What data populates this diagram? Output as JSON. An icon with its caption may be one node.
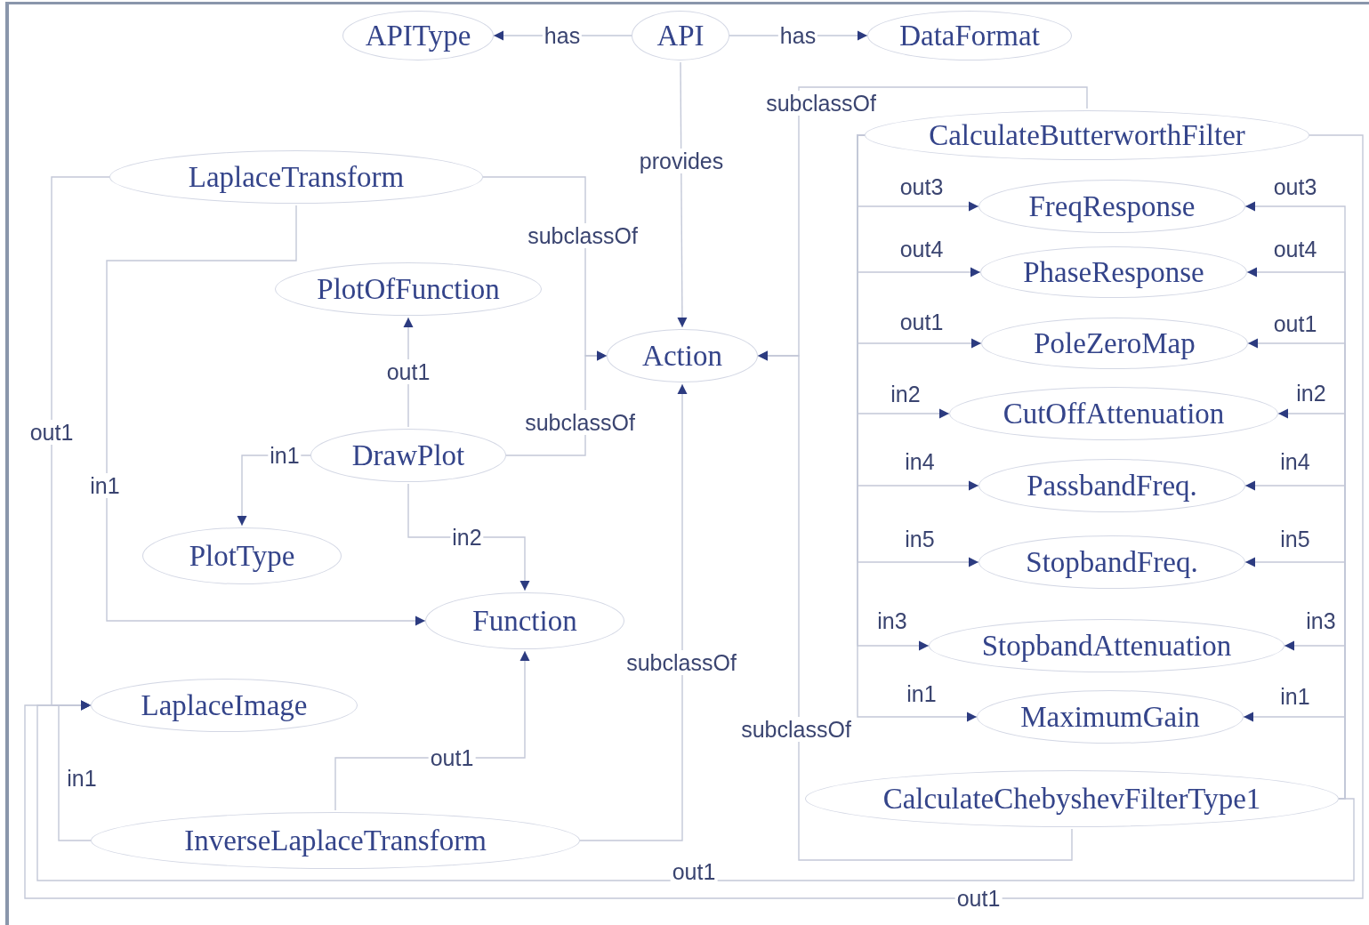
{
  "diagram": {
    "nodes": [
      {
        "text": [
          "APIType"
        ]
      },
      {
        "text": [
          "API"
        ]
      },
      {
        "text": [
          "DataFormat"
        ]
      },
      {
        "text": [
          "CalculateButterworthFilter"
        ]
      },
      {
        "text": [
          "LaplaceTransform"
        ]
      },
      {
        "text": [
          "FreqResponse"
        ]
      },
      {
        "text": [
          "PhaseResponse"
        ]
      },
      {
        "text": [
          "PlotOfFunction"
        ]
      },
      {
        "text": [
          "PoleZeroMap"
        ]
      },
      {
        "text": [
          "Action"
        ]
      },
      {
        "text": [
          "CutOffAttenuation"
        ]
      },
      {
        "text": [
          "DrawPlot"
        ]
      },
      {
        "text": [
          "PassbandFreq."
        ]
      },
      {
        "text": [
          "PlotType"
        ]
      },
      {
        "text": [
          "StopbandFreq."
        ]
      },
      {
        "text": [
          "Function"
        ]
      },
      {
        "text": [
          "StopbandAttenuation"
        ]
      },
      {
        "text": [
          "LaplaceImage"
        ]
      },
      {
        "text": [
          "MaximumGain"
        ]
      },
      {
        "text": [
          "CalculateChebyshevFilterType1"
        ]
      },
      {
        "text": [
          "InverseLaplaceTransform"
        ]
      }
    ],
    "edges": [
      {
        "from": 1,
        "to": 0,
        "arrow": "to",
        "label": "has"
      },
      {
        "from": 1,
        "to": 2,
        "arrow": "to",
        "label": "has"
      },
      {
        "from": 1,
        "to": 9,
        "arrow": "to",
        "label": "provides"
      },
      {
        "from": 4,
        "to": 9,
        "arrow": "to",
        "label": "subclassOf"
      },
      {
        "from": 11,
        "to": 9,
        "arrow": "to",
        "label": "subclassOf"
      },
      {
        "from": 20,
        "to": 9,
        "arrow": "to",
        "label": "subclassOf"
      },
      {
        "from": 3,
        "to": 9,
        "arrow": "to",
        "label": "subclassOf"
      },
      {
        "from": 19,
        "to": 9,
        "arrow": "to",
        "label": "subclassOf"
      },
      {
        "from": 11,
        "to": 7,
        "arrow": "to",
        "label": "out1"
      },
      {
        "from": 11,
        "to": 13,
        "arrow": "to",
        "label": "in1"
      },
      {
        "from": 11,
        "to": 15,
        "arrow": "to",
        "label": "in2"
      },
      {
        "from": 4,
        "to": 15,
        "arrow": "to",
        "label": "in1"
      },
      {
        "from": 4,
        "to": 17,
        "arrow": "to",
        "label": "out1"
      },
      {
        "from": 20,
        "to": 15,
        "arrow": "to",
        "label": "out1"
      },
      {
        "from": 20,
        "to": 17,
        "arrow": "to",
        "label": "in1"
      },
      {
        "from": 3,
        "to": 17,
        "arrow": "to",
        "label": "out1"
      },
      {
        "from": 19,
        "to": 17,
        "arrow": "to",
        "label": "out1"
      },
      {
        "from": 3,
        "to": 5,
        "arrow": "to",
        "label": "out3"
      },
      {
        "from": 3,
        "to": 6,
        "arrow": "to",
        "label": "out4"
      },
      {
        "from": 3,
        "to": 8,
        "arrow": "to",
        "label": "out1"
      },
      {
        "from": 3,
        "to": 10,
        "arrow": "to",
        "label": "in2"
      },
      {
        "from": 3,
        "to": 12,
        "arrow": "to",
        "label": "in4"
      },
      {
        "from": 3,
        "to": 14,
        "arrow": "to",
        "label": "in5"
      },
      {
        "from": 3,
        "to": 16,
        "arrow": "to",
        "label": "in3"
      },
      {
        "from": 3,
        "to": 18,
        "arrow": "to",
        "label": "in1"
      },
      {
        "from": 19,
        "to": 5,
        "arrow": "to",
        "label": "out3"
      },
      {
        "from": 19,
        "to": 6,
        "arrow": "to",
        "label": "out4"
      },
      {
        "from": 19,
        "to": 8,
        "arrow": "to",
        "label": "out1"
      },
      {
        "from": 19,
        "to": 10,
        "arrow": "to",
        "label": "in2"
      },
      {
        "from": 19,
        "to": 12,
        "arrow": "to",
        "label": "in4"
      },
      {
        "from": 19,
        "to": 14,
        "arrow": "to",
        "label": "in5"
      },
      {
        "from": 19,
        "to": 16,
        "arrow": "to",
        "label": "in3"
      },
      {
        "from": 19,
        "to": 18,
        "arrow": "to",
        "label": "in1"
      }
    ]
  }
}
